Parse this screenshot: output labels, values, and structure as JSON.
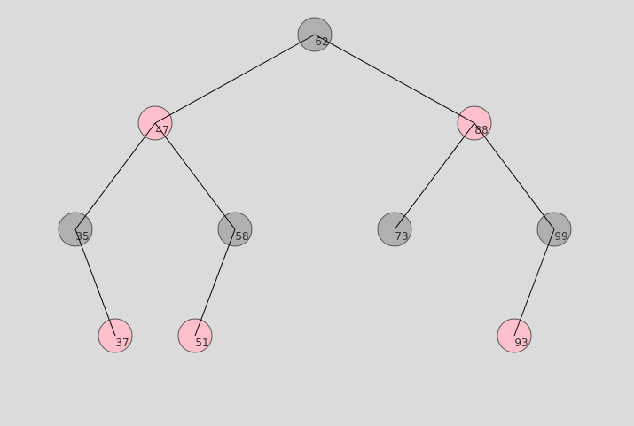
{
  "tree": {
    "colors": {
      "background": "#dbdbdb",
      "black_node": "#b0b0b0",
      "red_node": "#ffc0cb",
      "edge": "#000000"
    },
    "nodes": [
      {
        "id": "n62",
        "label": "62",
        "color": "black"
      },
      {
        "id": "n47",
        "label": "47",
        "color": "red"
      },
      {
        "id": "n88",
        "label": "88",
        "color": "red"
      },
      {
        "id": "n35",
        "label": "35",
        "color": "black"
      },
      {
        "id": "n58",
        "label": "58",
        "color": "black"
      },
      {
        "id": "n73",
        "label": "73",
        "color": "black"
      },
      {
        "id": "n99",
        "label": "99",
        "color": "black"
      },
      {
        "id": "n37",
        "label": "37",
        "color": "red"
      },
      {
        "id": "n51",
        "label": "51",
        "color": "red"
      },
      {
        "id": "n93",
        "label": "93",
        "color": "red"
      }
    ],
    "edges": [
      {
        "from": "n62",
        "to": "n47"
      },
      {
        "from": "n62",
        "to": "n88"
      },
      {
        "from": "n47",
        "to": "n35"
      },
      {
        "from": "n47",
        "to": "n58"
      },
      {
        "from": "n88",
        "to": "n73"
      },
      {
        "from": "n88",
        "to": "n99"
      },
      {
        "from": "n35",
        "to": "n37"
      },
      {
        "from": "n58",
        "to": "n51"
      },
      {
        "from": "n99",
        "to": "n93"
      }
    ]
  }
}
